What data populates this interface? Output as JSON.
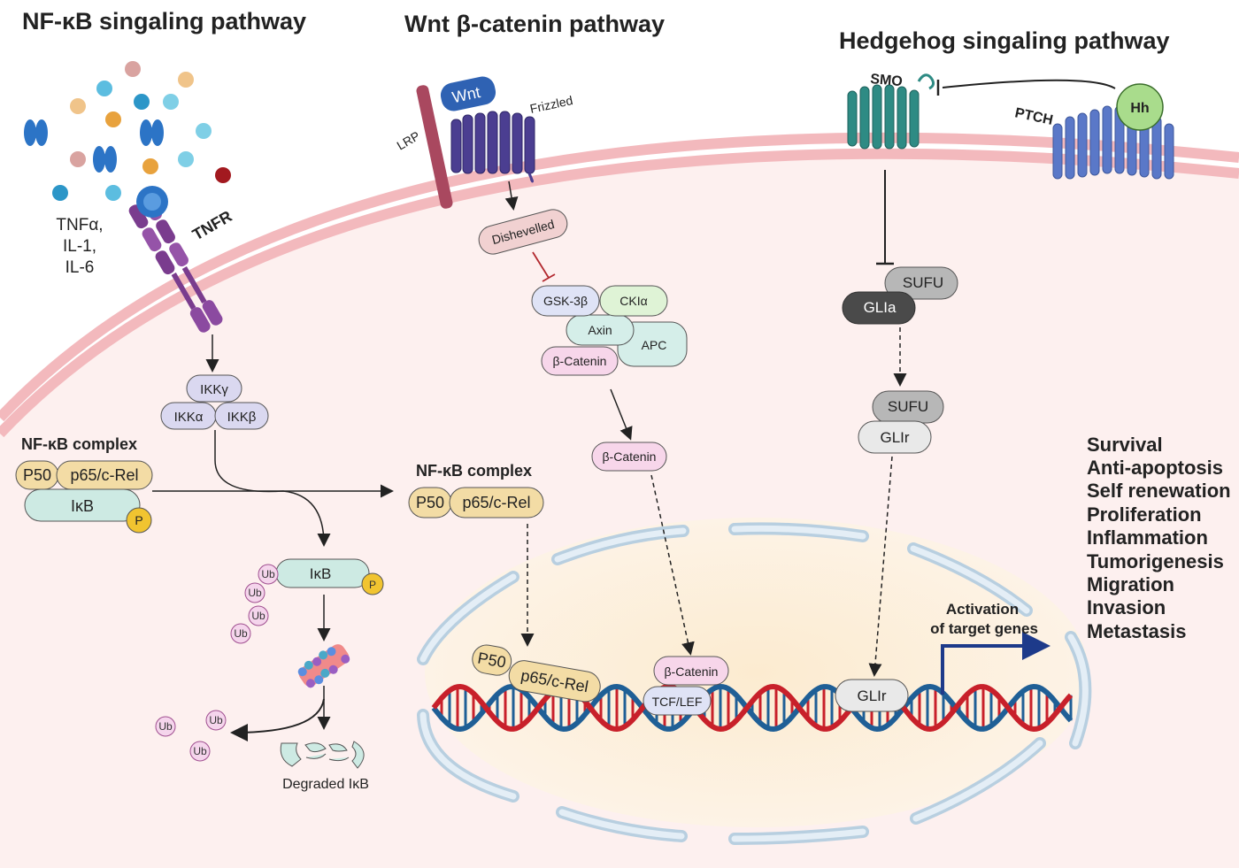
{
  "titles": {
    "nfkb": "NF-κB singaling pathway",
    "wnt": "Wnt β-catenin pathway",
    "hh": "Hedgehog singaling pathway"
  },
  "nfkb": {
    "ligands": [
      "TNFα,",
      "IL-1,",
      "IL-6"
    ],
    "receptor": "TNFR",
    "ikk_gamma": "IKKγ",
    "ikk_alpha": "IKKα",
    "ikk_beta": "IKKβ",
    "complex_label": "NF-κB complex",
    "p50": "P50",
    "p65": "p65/c-Rel",
    "ikb": "IκB",
    "phospho": "P",
    "ub": "Ub",
    "degraded": "Degraded IκB",
    "nuc_complex_label": "NF-κB complex"
  },
  "wnt": {
    "wnt": "Wnt",
    "frizzled": "Frizzled",
    "lrp": "LRP",
    "dishevelled": "Dishevelled",
    "gsk": "GSK-3β",
    "cki": "CKIα",
    "axin": "Axin",
    "apc": "APC",
    "bcat": "β-Catenin",
    "tcf": "TCF/LEF"
  },
  "hh": {
    "smo": "SMO",
    "ptch": "PTCH",
    "hh": "Hh",
    "sufu": "SUFU",
    "glia": "GLIa",
    "glir": "GLIr"
  },
  "activation": [
    "Activation",
    "of target genes"
  ],
  "outcomes": [
    "Survival",
    "Anti-apoptosis",
    "Self renewation",
    "Proliferation",
    "Inflammation",
    "Tumorigenesis",
    "Migration",
    "Invasion",
    "Metastasis"
  ],
  "colors": {
    "membrane": "#f2b8bc",
    "cytoplasm": "#fdeeed",
    "nucleus": "#fcecd6",
    "dna_red": "#c8202a",
    "dna_blue": "#1f5f96",
    "arrow_blue": "#1d3a8a"
  }
}
